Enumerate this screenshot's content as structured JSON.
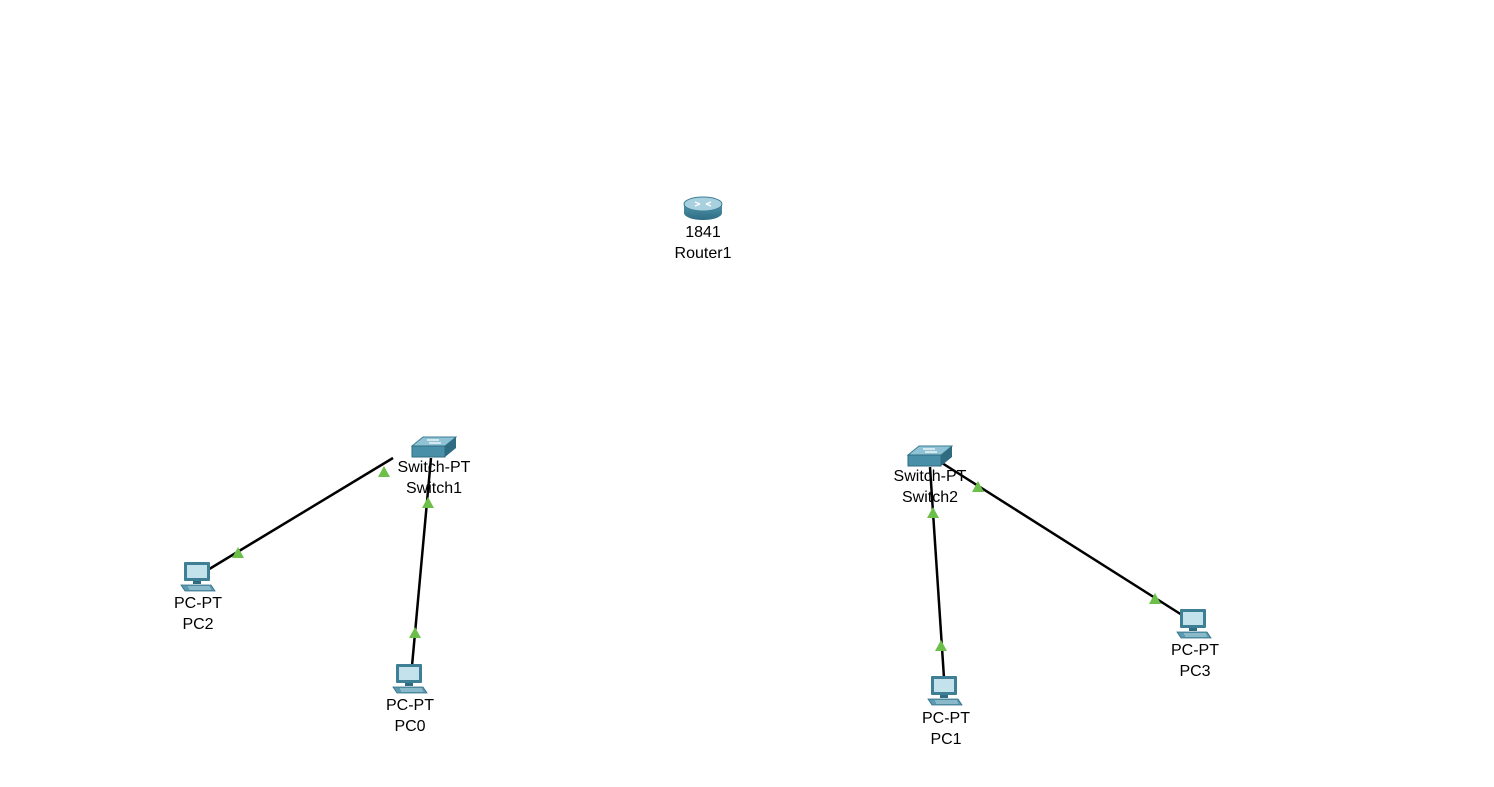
{
  "devices": [
    {
      "id": "router1",
      "model": "1841",
      "name": "Router1",
      "type": "router",
      "icon": "router-icon"
    },
    {
      "id": "switch1",
      "model": "Switch-PT",
      "name": "Switch1",
      "type": "switch",
      "icon": "switch-icon"
    },
    {
      "id": "switch2",
      "model": "Switch-PT",
      "name": "Switch2",
      "type": "switch",
      "icon": "switch-icon"
    },
    {
      "id": "pc0",
      "model": "PC-PT",
      "name": "PC0",
      "type": "pc",
      "icon": "pc-icon"
    },
    {
      "id": "pc1",
      "model": "PC-PT",
      "name": "PC1",
      "type": "pc",
      "icon": "pc-icon"
    },
    {
      "id": "pc2",
      "model": "PC-PT",
      "name": "PC2",
      "type": "pc",
      "icon": "pc-icon"
    },
    {
      "id": "pc3",
      "model": "PC-PT",
      "name": "PC3",
      "type": "pc",
      "icon": "pc-icon"
    }
  ],
  "links": [
    {
      "from": "switch1",
      "to": "pc2",
      "status": "up"
    },
    {
      "from": "switch1",
      "to": "pc0",
      "status": "up"
    },
    {
      "from": "switch2",
      "to": "pc1",
      "status": "up"
    },
    {
      "from": "switch2",
      "to": "pc3",
      "status": "up"
    }
  ],
  "colors": {
    "link": "#000000",
    "link_up_indicator": "#6cc04a",
    "device_body": "#4a8fa8",
    "device_highlight": "#b9dbe6",
    "device_dark": "#2f6c82"
  }
}
